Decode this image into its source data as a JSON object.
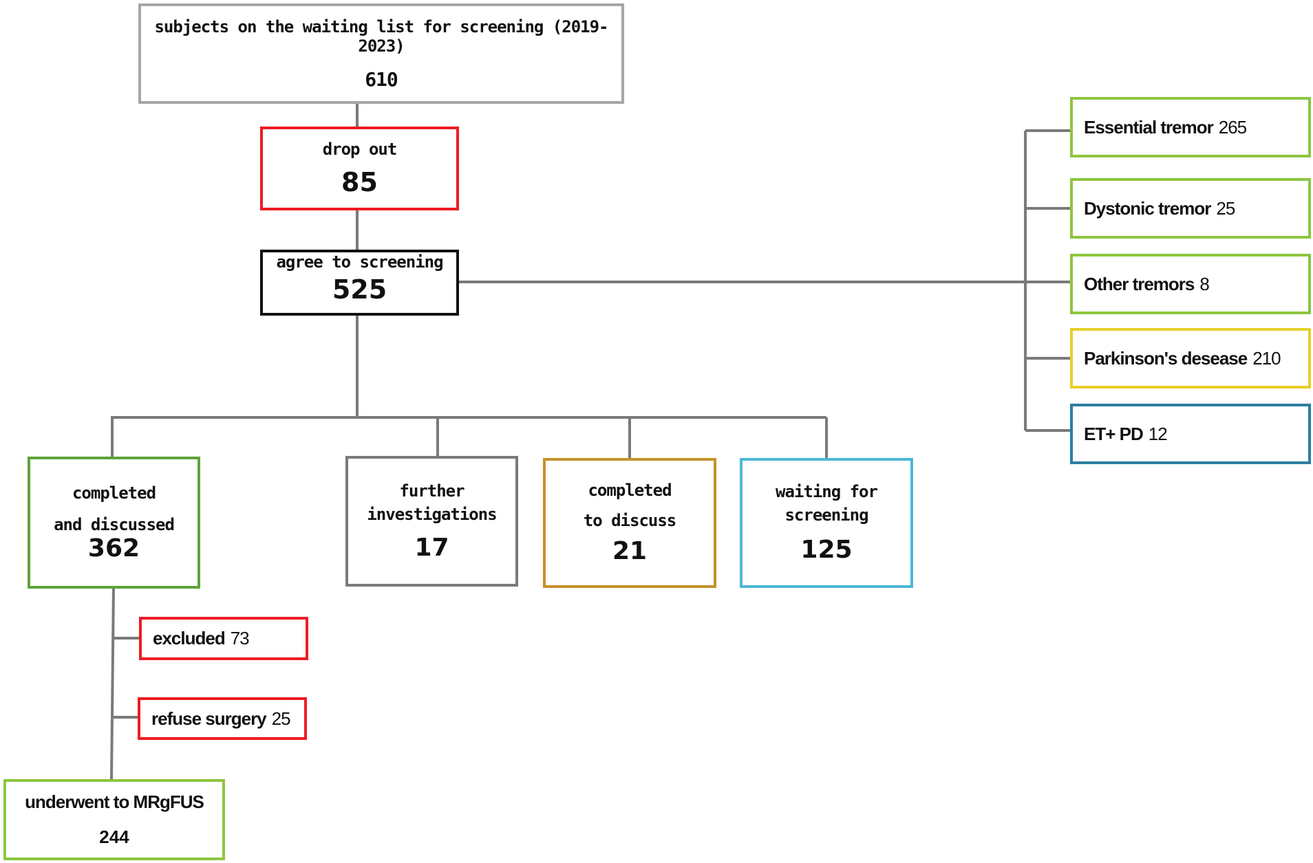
{
  "colors": {
    "line": "#7a7a7a",
    "gray_box": "#a6a6a6",
    "red": "#ed1c24",
    "black": "#111111",
    "green": "#5ea33a",
    "lime": "#8dc63f",
    "dark_gray": "#7a7a7a",
    "gold": "#c8912a",
    "cyan": "#4cb8d6",
    "yellow": "#e6cf2a",
    "teal": "#2a7fa0"
  },
  "waiting_list": {
    "label": "subjects on the waiting list for screening (2019-2023)",
    "value": "610"
  },
  "drop_out": {
    "label": "drop out",
    "value": "85"
  },
  "agree": {
    "label": "agree to screening",
    "value": "525"
  },
  "completed_discussed": {
    "label_1": "completed",
    "label_2": "and discussed",
    "value": "362"
  },
  "further": {
    "label_1": "further",
    "label_2": "investigations",
    "value": "17"
  },
  "to_discuss": {
    "label_1": "completed",
    "label_2": "to discuss",
    "value": "21"
  },
  "waiting_screening": {
    "label_1": "waiting for",
    "label_2": "screening",
    "value": "125"
  },
  "excluded": {
    "label": "excluded",
    "value": "73"
  },
  "refuse": {
    "label": "refuse surgery",
    "value": "25"
  },
  "mrgfus": {
    "label": "underwent to MRgFUS",
    "value": "244"
  },
  "diagnoses": [
    {
      "label": "Essential tremor",
      "value": "265"
    },
    {
      "label": "Dystonic tremor",
      "value": "25"
    },
    {
      "label": "Other tremors",
      "value": "8"
    },
    {
      "label": "Parkinson's desease",
      "value": "210"
    },
    {
      "label": "ET+ PD",
      "value": "12"
    }
  ]
}
